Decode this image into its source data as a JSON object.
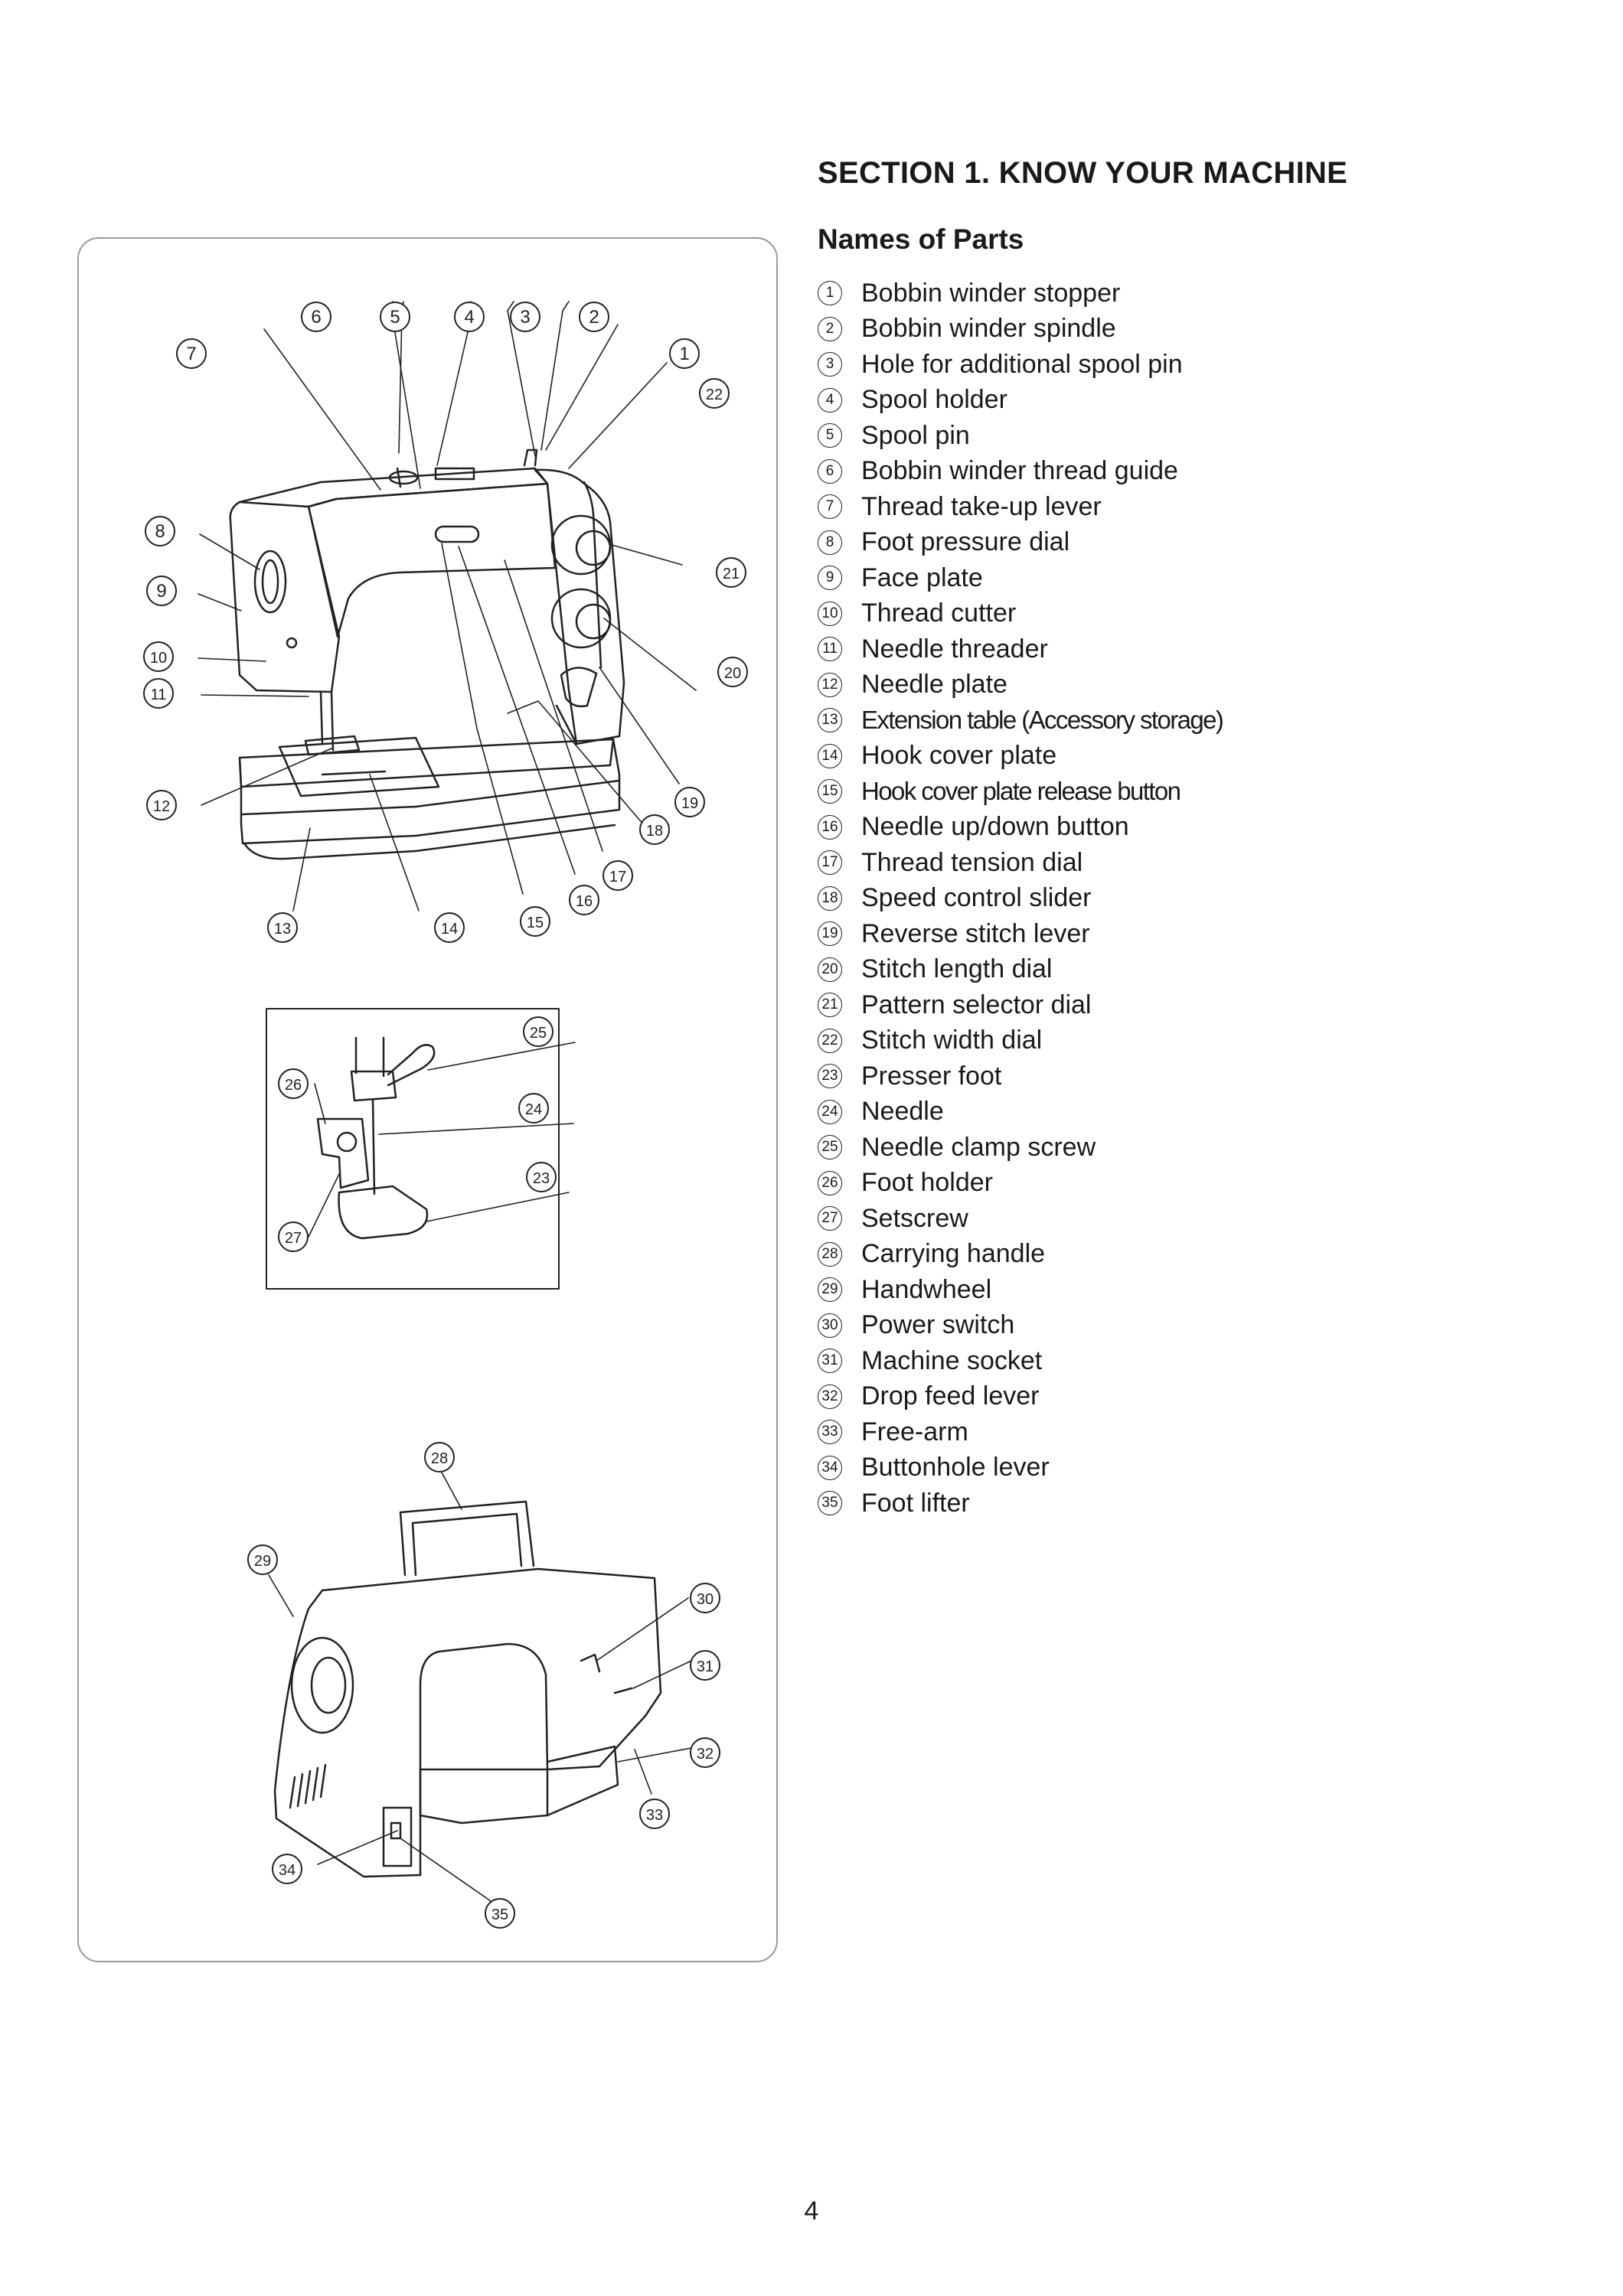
{
  "section_title": "SECTION 1. KNOW YOUR MACHINE",
  "subsection_title": "Names of Parts",
  "page_number": "4",
  "parts": [
    {
      "num": "1",
      "label": "Bobbin winder stopper"
    },
    {
      "num": "2",
      "label": "Bobbin winder spindle"
    },
    {
      "num": "3",
      "label": "Hole for additional spool pin"
    },
    {
      "num": "4",
      "label": "Spool holder"
    },
    {
      "num": "5",
      "label": "Spool pin"
    },
    {
      "num": "6",
      "label": "Bobbin winder thread guide"
    },
    {
      "num": "7",
      "label": "Thread take-up lever"
    },
    {
      "num": "8",
      "label": "Foot pressure dial"
    },
    {
      "num": "9",
      "label": "Face plate"
    },
    {
      "num": "10",
      "label": "Thread cutter"
    },
    {
      "num": "11",
      "label": "Needle threader"
    },
    {
      "num": "12",
      "label": "Needle plate"
    },
    {
      "num": "13",
      "label": "Extension table (Accessory storage)"
    },
    {
      "num": "14",
      "label": "Hook cover plate"
    },
    {
      "num": "15",
      "label": "Hook cover plate release button"
    },
    {
      "num": "16",
      "label": "Needle up/down button"
    },
    {
      "num": "17",
      "label": "Thread tension dial"
    },
    {
      "num": "18",
      "label": "Speed control slider"
    },
    {
      "num": "19",
      "label": "Reverse stitch lever"
    },
    {
      "num": "20",
      "label": "Stitch length dial"
    },
    {
      "num": "21",
      "label": "Pattern selector dial"
    },
    {
      "num": "22",
      "label": "Stitch width dial"
    },
    {
      "num": "23",
      "label": "Presser foot"
    },
    {
      "num": "24",
      "label": "Needle"
    },
    {
      "num": "25",
      "label": "Needle clamp screw"
    },
    {
      "num": "26",
      "label": "Foot holder"
    },
    {
      "num": "27",
      "label": "Setscrew"
    },
    {
      "num": "28",
      "label": "Carrying handle"
    },
    {
      "num": "29",
      "label": "Handwheel"
    },
    {
      "num": "30",
      "label": "Power switch"
    },
    {
      "num": "31",
      "label": "Machine socket"
    },
    {
      "num": "32",
      "label": "Drop feed lever"
    },
    {
      "num": "33",
      "label": "Free-arm"
    },
    {
      "num": "34",
      "label": "Buttonhole lever"
    },
    {
      "num": "35",
      "label": "Foot lifter"
    }
  ]
}
